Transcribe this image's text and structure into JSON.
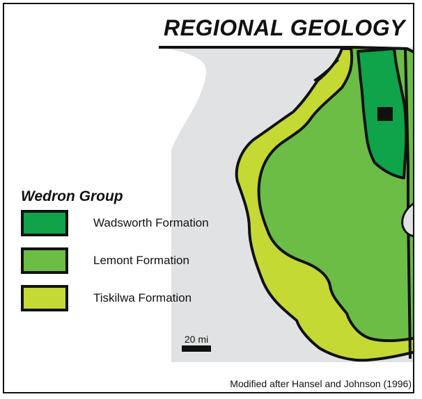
{
  "title": "REGIONAL GEOLOGY",
  "legend": {
    "heading": "Wedron Group",
    "items": [
      {
        "label": "Wadsworth Formation",
        "color": "#0fa34a"
      },
      {
        "label": "Lemont Formation",
        "color": "#6cbd45"
      },
      {
        "label": "Tiskilwa Formation",
        "color": "#c4d934"
      }
    ]
  },
  "scale_label": "20 mi",
  "credit": "Modified after Hansel and Johnson (1996)",
  "colors": {
    "background_region": "#e1e2e3",
    "outline": "#111111"
  }
}
